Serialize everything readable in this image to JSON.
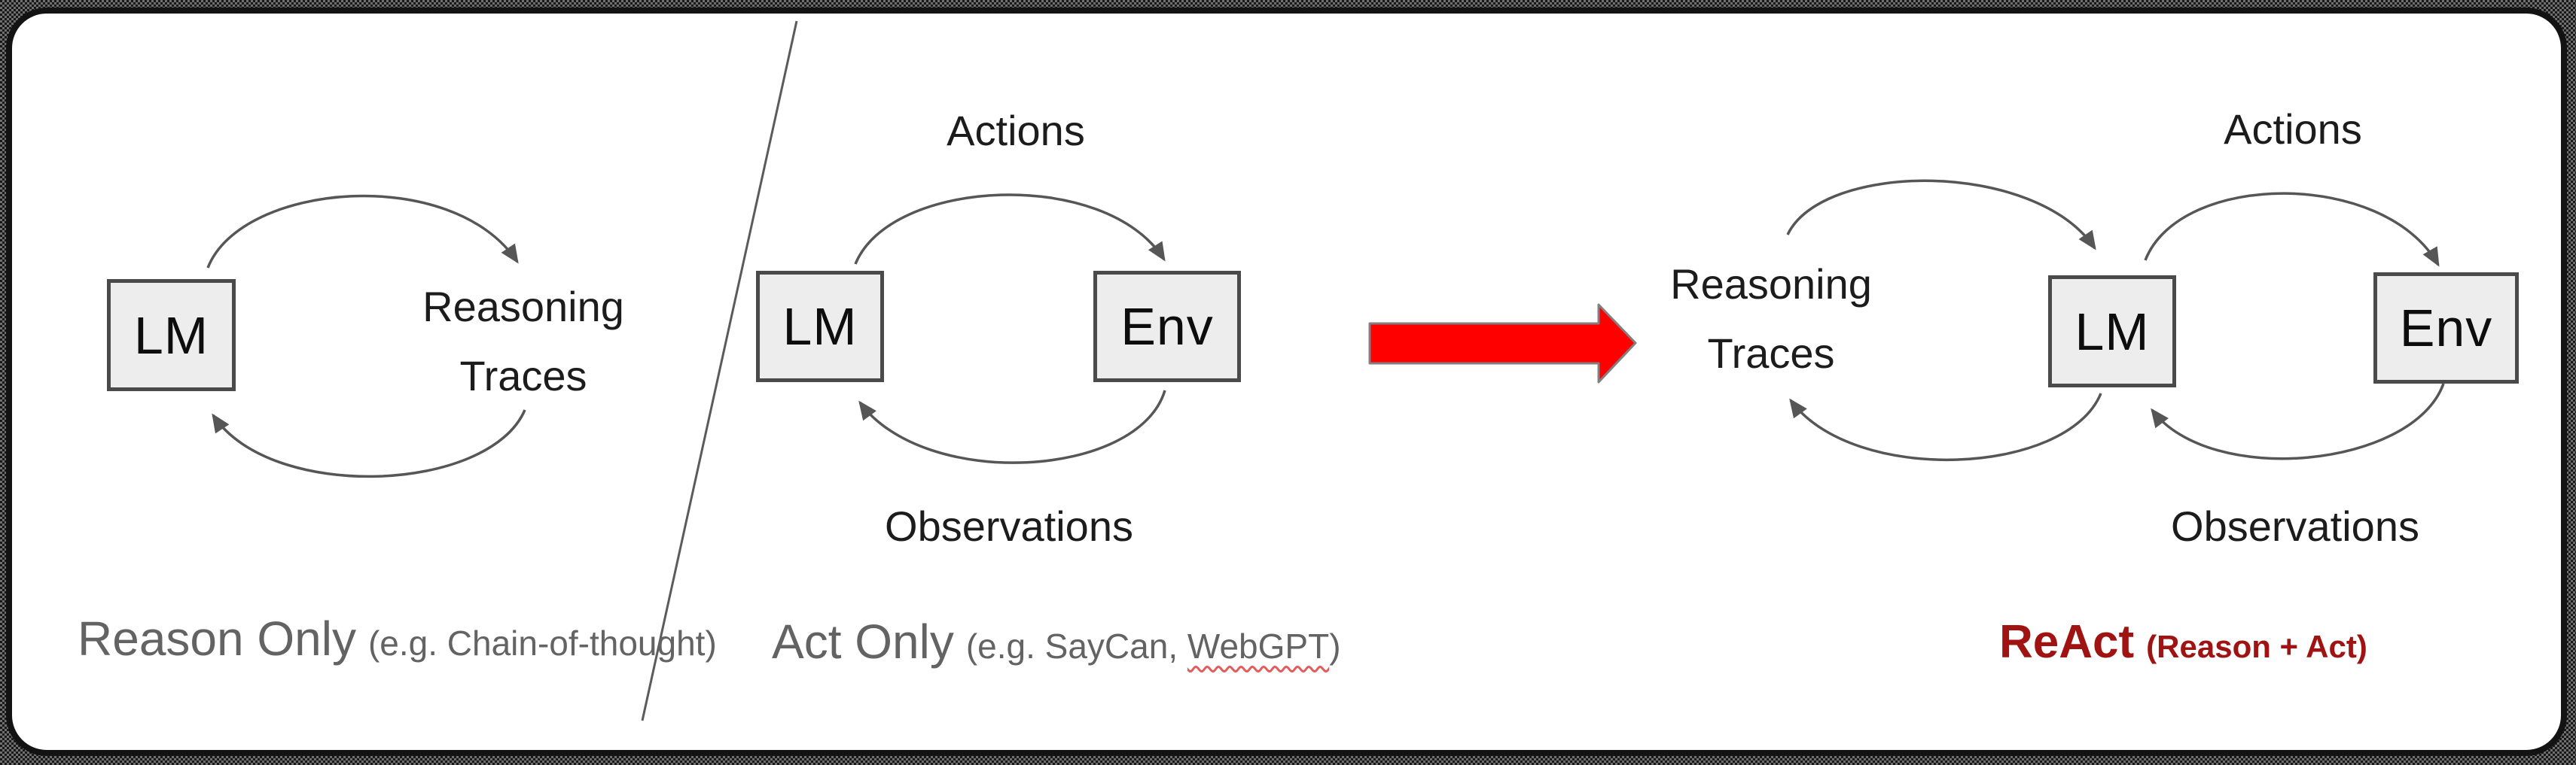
{
  "figure": {
    "panels": [
      {
        "id": "reason-only",
        "node_lm": "LM",
        "loop_target_line1": "Reasoning",
        "loop_target_line2": "Traces",
        "caption": "Reason Only",
        "caption_note": "(e.g. Chain-of-thought)"
      },
      {
        "id": "act-only",
        "node_lm": "LM",
        "node_env": "Env",
        "label_top": "Actions",
        "label_bottom": "Observations",
        "caption": "Act Only",
        "caption_note_prefix": "(e.g. SayCan, ",
        "caption_note_misspelled": "WebGPT",
        "caption_note_suffix": ")"
      },
      {
        "id": "react",
        "loop_target_line1": "Reasoning",
        "loop_target_line2": "Traces",
        "node_lm": "LM",
        "node_env": "Env",
        "label_top": "Actions",
        "label_bottom": "Observations",
        "caption": "ReAct",
        "caption_note": "(Reason + Act)"
      }
    ],
    "colors": {
      "node-fill": "#ededed",
      "node-border": "#4a4a4a",
      "arrow-gray": "#565656",
      "caption-gray": "#636363",
      "label-black": "#1c1c1c",
      "react-red": "#a01313",
      "big-arrow-red": "#ff0000",
      "big-arrow-outline": "#808080",
      "squiggle-red": "#e45b5b"
    }
  }
}
